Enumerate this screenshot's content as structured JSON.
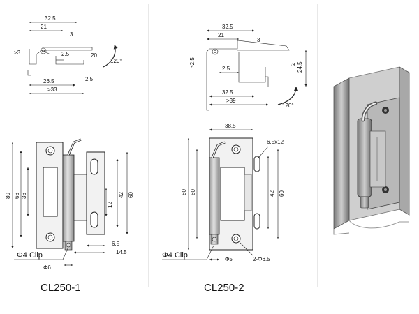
{
  "left": {
    "top_dims": {
      "d1": "32.5",
      "d2": "21",
      "d3": "3",
      "d4": ">3",
      "d5": "2.5",
      "d6": "20",
      "d7": "2.5",
      "d8": "26.5",
      "d9": ">33",
      "angle": "120°"
    },
    "front_dims": {
      "h1": "80",
      "h2": "66",
      "h3": "36",
      "h4": "42",
      "h5": "60",
      "h6": "12",
      "w1": "6.5",
      "w2": "14.5",
      "dia": "Φ6"
    },
    "clip_label": "Φ4 Clip",
    "caption": "CL250-1"
  },
  "middle": {
    "top_dims": {
      "d1": "32.5",
      "d2": "21",
      "d3": "3",
      "d4": ">2.5",
      "d5": "2.5",
      "d6": "24.5",
      "d7": "2",
      "d8": "32.5",
      "d9": ">39",
      "angle": "120°"
    },
    "front_dims": {
      "w": "38.5",
      "slot": "6.5x12",
      "h1": "80",
      "h2": "60",
      "h3": "42",
      "h4": "60",
      "dia": "Φ5",
      "holes": "2-Φ6.5"
    },
    "clip_label": "Φ4 Clip",
    "caption": "CL250-2"
  },
  "colors": {
    "line": "#222222",
    "fill": "#f2f2f2",
    "metal_dark": "#8a8a8a",
    "metal_light": "#d6d6d6",
    "divider": "#cfcfcf"
  }
}
